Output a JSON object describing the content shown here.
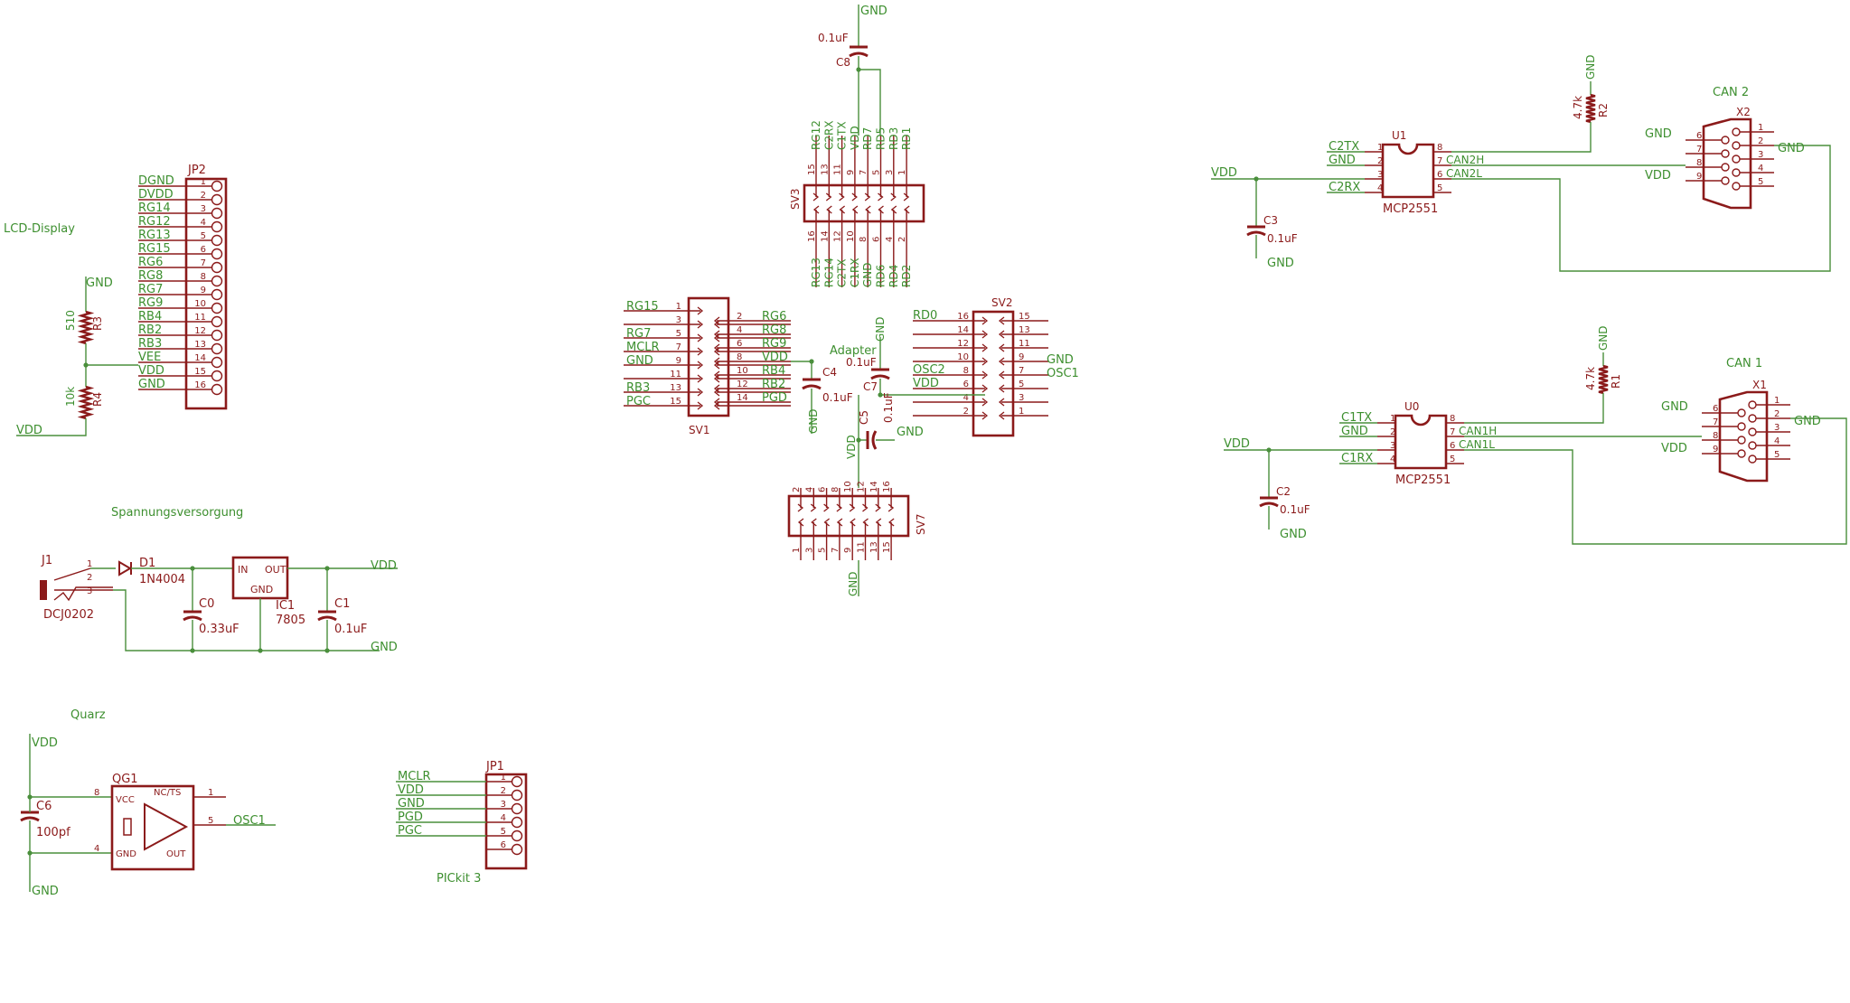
{
  "colors": {
    "net": "#4a8f3c",
    "part": "#8b1a1a",
    "label": "#3d8f2f",
    "pinnum": "#8b1a1a",
    "junction": "#4a8f3c"
  },
  "titles": {
    "lcd": "LCD-Display",
    "power": "Spannungsversorgung",
    "quartz": "Quarz",
    "pickit": "PICkit 3",
    "adapter": "Adapter",
    "can2": "CAN 2",
    "can1": "CAN 1"
  },
  "jp2": {
    "name": "JP2",
    "signals": [
      "DGND",
      "DVDD",
      "RG14",
      "RG12",
      "RG13",
      "RG15",
      "RG6",
      "RG8",
      "RG7",
      "RG9",
      "RB4",
      "RB2",
      "RB3",
      "VEE",
      "VDD",
      "GND"
    ],
    "pins": [
      "1",
      "2",
      "3",
      "4",
      "5",
      "6",
      "7",
      "8",
      "9",
      "10",
      "11",
      "12",
      "13",
      "14",
      "15",
      "16"
    ]
  },
  "lcd_network": {
    "gnd": "GND",
    "vdd": "VDD",
    "r3_name": "R3",
    "r3_value": "510",
    "r4_name": "R4",
    "r4_value": "10k"
  },
  "power": {
    "j1": "J1",
    "j1_type": "DCJ0202",
    "j1_pins": [
      "1",
      "2",
      "3"
    ],
    "d1": "D1",
    "d1_type": "1N4004",
    "ic1": "IC1",
    "ic1_type": "7805",
    "ic_in": "IN",
    "ic_out": "OUT",
    "ic_gnd": "GND",
    "c0": "C0",
    "c0_value": "0.33uF",
    "c1": "C1",
    "c1_value": "0.1uF",
    "vdd": "VDD",
    "gnd": "GND"
  },
  "quartz": {
    "vdd": "VDD",
    "gnd": "GND",
    "c6": "C6",
    "c6_value": "100pf",
    "qg1": "QG1",
    "vcc": "VCC",
    "ncts": "NC/TS",
    "qgnd": "GND",
    "qout": "OUT",
    "pins": [
      "8",
      "4",
      "1",
      "5"
    ],
    "osc": "OSC1"
  },
  "jp1": {
    "name": "JP1",
    "signals": [
      "MCLR",
      "VDD",
      "GND",
      "PGD",
      "PGC"
    ],
    "pins": [
      "1",
      "2",
      "3",
      "4",
      "5",
      "6"
    ]
  },
  "sv3": {
    "name": "SV3",
    "top_signals": [
      "RG12",
      "C2RX",
      "C1TX",
      "VDD",
      "RD7",
      "RD5",
      "RD3",
      "RD1"
    ],
    "top_pins": [
      "15",
      "13",
      "11",
      "9",
      "7",
      "5",
      "3",
      "1"
    ],
    "bottom_signals": [
      "RG13",
      "RG14",
      "C2TX",
      "C1RX",
      "GND",
      "RD6",
      "RD4",
      "RD2"
    ],
    "bottom_pins": [
      "16",
      "14",
      "12",
      "10",
      "8",
      "6",
      "4",
      "2"
    ],
    "c8": "C8",
    "c8_value": "0.1uF",
    "gnd": "GND"
  },
  "sv1": {
    "name": "SV1",
    "left_signals": [
      "RG15",
      "",
      "RG7",
      "MCLR",
      "GND",
      "",
      "RB3",
      "PGC"
    ],
    "left_pins": [
      "1",
      "3",
      "5",
      "7",
      "9",
      "11",
      "13",
      "15"
    ],
    "right_signals": [
      "RG6",
      "RG8",
      "RG9",
      "VDD",
      "RB4",
      "RB2",
      "PGD"
    ],
    "right_pins": [
      "2",
      "4",
      "6",
      "8",
      "10",
      "12",
      "14",
      "16"
    ],
    "c4": "C4",
    "c4_value": "0.1uF",
    "gnd": "GND"
  },
  "sv2": {
    "name": "SV2",
    "left_signals": [
      "RD0",
      "",
      "",
      "",
      "OSC2",
      "VDD",
      "",
      ""
    ],
    "left_pins": [
      "16",
      "14",
      "12",
      "10",
      "8",
      "6",
      "4",
      "2"
    ],
    "right_signals": [
      "",
      "",
      "",
      "GND",
      "OSC1",
      "",
      "",
      ""
    ],
    "right_pins": [
      "15",
      "13",
      "11",
      "9",
      "7",
      "5",
      "3",
      "1"
    ],
    "c7": "C7",
    "c7_value": "0.1uF",
    "gnd": "GND",
    "c5": "C5",
    "c5_value": "0.1uF",
    "vdd": "VDD"
  },
  "sv7": {
    "name": "SV7",
    "top_pins": [
      "2",
      "4",
      "6",
      "8",
      "10",
      "12",
      "14",
      "16"
    ],
    "bottom_pins": [
      "1",
      "3",
      "5",
      "7",
      "9",
      "11",
      "13",
      "15"
    ],
    "gnd": "GND"
  },
  "can2": {
    "u": "U1",
    "u_type": "MCP2551",
    "left_signals": [
      "C2TX",
      "GND",
      "",
      "C2RX"
    ],
    "left_pins": [
      "1",
      "2",
      "3",
      "4"
    ],
    "right_signals": [
      "",
      "CAN2H",
      "CAN2L",
      ""
    ],
    "right_pins": [
      "8",
      "7",
      "6",
      "5"
    ],
    "vdd": "VDD",
    "c": "C3",
    "c_value": "0.1uF",
    "cgnd": "GND",
    "r": "R2",
    "r_value": "4.7k",
    "rgnd": "GND",
    "x": "X2",
    "x_gnd": "GND",
    "x_vdd": "VDD",
    "x_gnd_r": "GND",
    "x_left_pins": [
      "6",
      "7",
      "8",
      "9"
    ],
    "x_right_pins": [
      "1",
      "2",
      "3",
      "4",
      "5"
    ]
  },
  "can1": {
    "u": "U0",
    "u_type": "MCP2551",
    "left_signals": [
      "C1TX",
      "GND",
      "",
      "C1RX"
    ],
    "left_pins": [
      "1",
      "2",
      "3",
      "4"
    ],
    "right_signals": [
      "",
      "CAN1H",
      "CAN1L",
      ""
    ],
    "right_pins": [
      "8",
      "7",
      "6",
      "5"
    ],
    "vdd": "VDD",
    "c": "C2",
    "c_value": "0.1uF",
    "cgnd": "GND",
    "r": "R1",
    "r_value": "4.7k",
    "rgnd": "GND",
    "x": "X1",
    "x_gnd": "GND",
    "x_vdd": "VDD",
    "x_gnd_r": "GND",
    "x_left_pins": [
      "6",
      "7",
      "8",
      "9"
    ],
    "x_right_pins": [
      "1",
      "2",
      "3",
      "4",
      "5"
    ]
  }
}
